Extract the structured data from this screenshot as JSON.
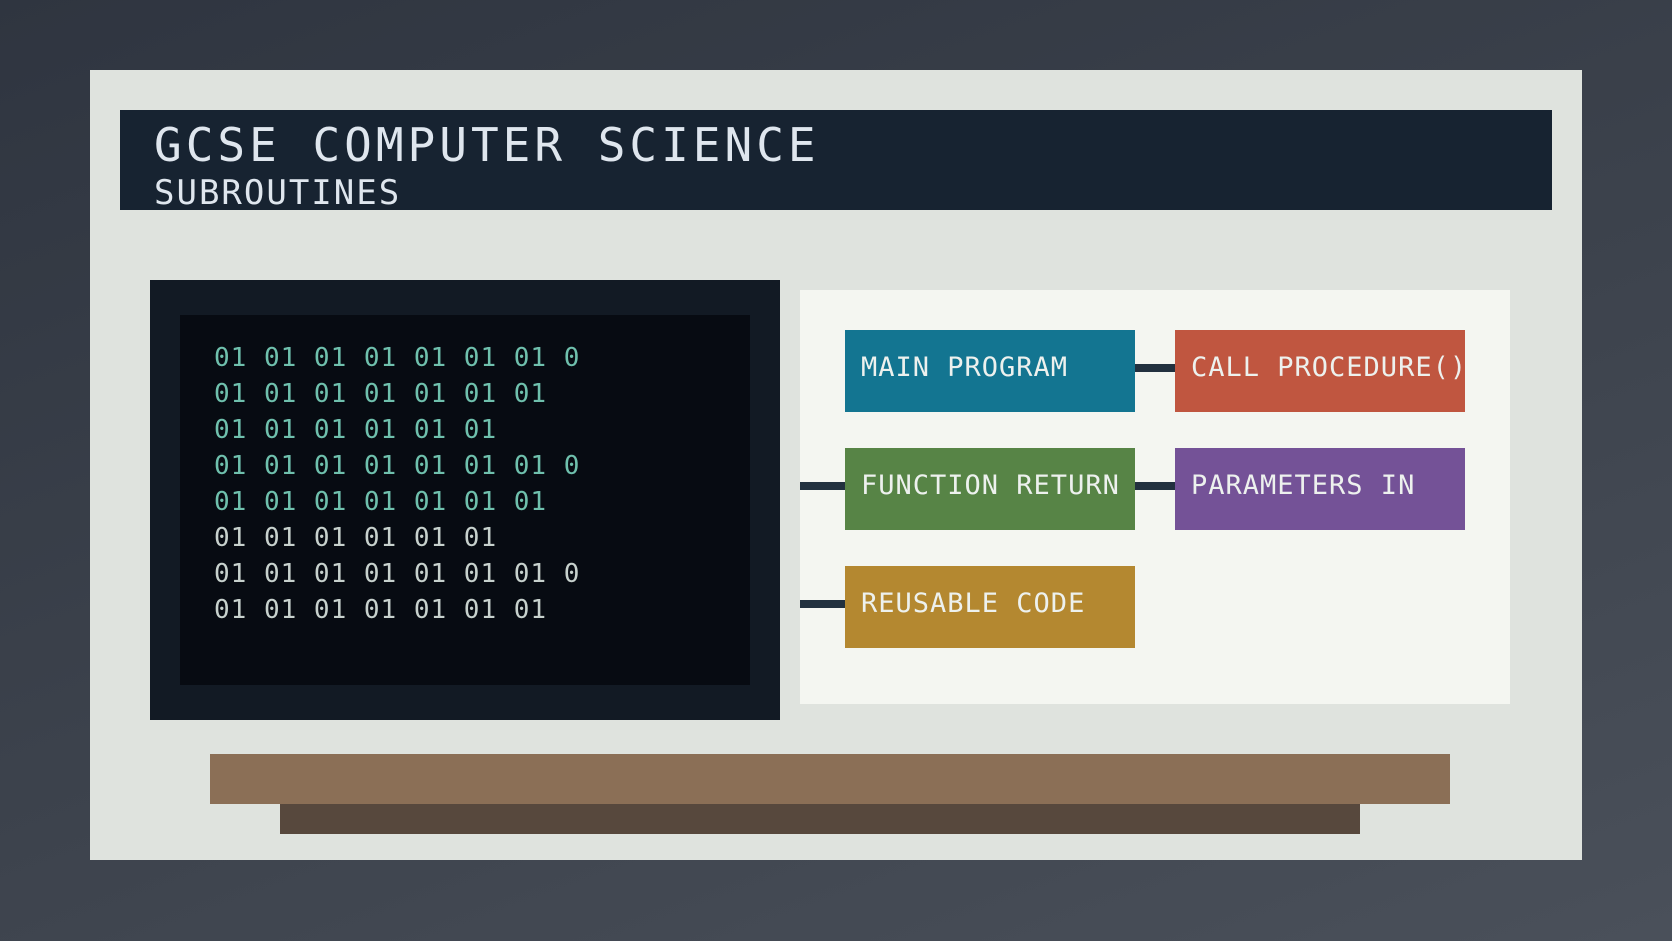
{
  "header": {
    "title": "GCSE COMPUTER SCIENCE",
    "subtitle": "SUBROUTINES"
  },
  "terminal": {
    "lines": [
      "01 01 01 01 01 01 01 0",
      "01 01 01 01 01 01 01",
      "01 01 01 01 01 01",
      "01 01 01 01 01 01 01 0",
      "01 01 01 01 01 01 01",
      "01 01 01 01 01 01",
      "01 01 01 01 01 01 01 0",
      "01 01 01 01 01 01 01"
    ]
  },
  "diagram": {
    "boxes": [
      {
        "label": "MAIN PROGRAM",
        "color": "#137591"
      },
      {
        "label": "CALL PROCEDURE()",
        "color": "#c05640"
      },
      {
        "label": "FUNCTION RETURN",
        "color": "#578446"
      },
      {
        "label": "PARAMETERS IN",
        "color": "#745297"
      },
      {
        "label": "REUSABLE CODE",
        "color": "#b48830"
      }
    ]
  },
  "colors": {
    "header_bg": "#172331",
    "board_bg": "#dfe3de",
    "terminal_teal": "#6fc0ad",
    "shelf": "#8b6f56"
  }
}
